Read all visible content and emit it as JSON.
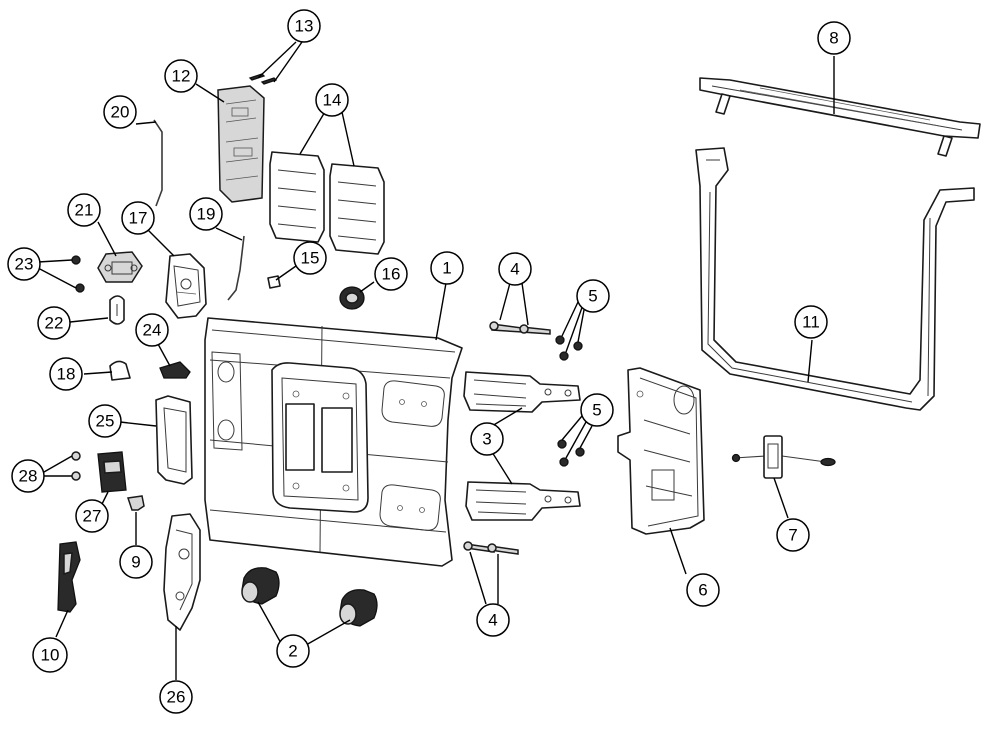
{
  "callouts": [
    {
      "id": "1",
      "label": "1"
    },
    {
      "id": "2",
      "label": "2"
    },
    {
      "id": "3",
      "label": "3"
    },
    {
      "id": "4a",
      "label": "4"
    },
    {
      "id": "4b",
      "label": "4"
    },
    {
      "id": "5a",
      "label": "5"
    },
    {
      "id": "5b",
      "label": "5"
    },
    {
      "id": "6",
      "label": "6"
    },
    {
      "id": "7",
      "label": "7"
    },
    {
      "id": "8",
      "label": "8"
    },
    {
      "id": "9",
      "label": "9"
    },
    {
      "id": "10",
      "label": "10"
    },
    {
      "id": "11",
      "label": "11"
    },
    {
      "id": "12",
      "label": "12"
    },
    {
      "id": "13",
      "label": "13"
    },
    {
      "id": "14",
      "label": "14"
    },
    {
      "id": "15",
      "label": "15"
    },
    {
      "id": "16",
      "label": "16"
    },
    {
      "id": "17",
      "label": "17"
    },
    {
      "id": "18",
      "label": "18"
    },
    {
      "id": "19",
      "label": "19"
    },
    {
      "id": "20",
      "label": "20"
    },
    {
      "id": "21",
      "label": "21"
    },
    {
      "id": "22",
      "label": "22"
    },
    {
      "id": "23",
      "label": "23"
    },
    {
      "id": "24",
      "label": "24"
    },
    {
      "id": "25",
      "label": "25"
    },
    {
      "id": "26",
      "label": "26"
    },
    {
      "id": "27",
      "label": "27"
    },
    {
      "id": "28",
      "label": "28"
    }
  ]
}
